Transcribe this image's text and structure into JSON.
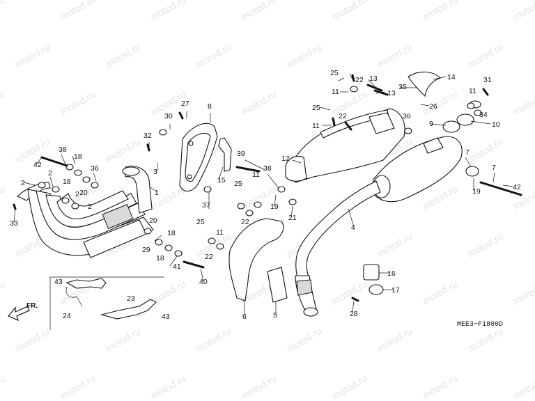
{
  "watermark": "motod.ru",
  "diagram_code": "MEE3−F1800D",
  "front_arrow_label": "FR.",
  "callouts": [
    {
      "id": "c1",
      "text": "1"
    },
    {
      "id": "c2a",
      "text": "2"
    },
    {
      "id": "c2b",
      "text": "2"
    },
    {
      "id": "c2c",
      "text": "2"
    },
    {
      "id": "c2d",
      "text": "2"
    },
    {
      "id": "c3",
      "text": "3"
    },
    {
      "id": "c4",
      "text": "4"
    },
    {
      "id": "c5",
      "text": "5"
    },
    {
      "id": "c6",
      "text": "6"
    },
    {
      "id": "c7a",
      "text": "7"
    },
    {
      "id": "c7b",
      "text": "7"
    },
    {
      "id": "c8",
      "text": "8"
    },
    {
      "id": "c9",
      "text": "9"
    },
    {
      "id": "c10",
      "text": "10"
    },
    {
      "id": "c11a",
      "text": "11"
    },
    {
      "id": "c11b",
      "text": "11"
    },
    {
      "id": "c11c",
      "text": "11"
    },
    {
      "id": "c11d",
      "text": "11"
    },
    {
      "id": "c11e",
      "text": "11"
    },
    {
      "id": "c12",
      "text": "12"
    },
    {
      "id": "c13a",
      "text": "13"
    },
    {
      "id": "c13b",
      "text": "13"
    },
    {
      "id": "c14",
      "text": "14"
    },
    {
      "id": "c15",
      "text": "15"
    },
    {
      "id": "c16",
      "text": "16"
    },
    {
      "id": "c17",
      "text": "17"
    },
    {
      "id": "c18a",
      "text": "18"
    },
    {
      "id": "c18b",
      "text": "18"
    },
    {
      "id": "c18c",
      "text": "18"
    },
    {
      "id": "c18d",
      "text": "18"
    },
    {
      "id": "c19a",
      "text": "19"
    },
    {
      "id": "c19b",
      "text": "19"
    },
    {
      "id": "c20a",
      "text": "20"
    },
    {
      "id": "c20b",
      "text": "20"
    },
    {
      "id": "c21",
      "text": "21"
    },
    {
      "id": "c22a",
      "text": "22"
    },
    {
      "id": "c22b",
      "text": "22"
    },
    {
      "id": "c22c",
      "text": "22"
    },
    {
      "id": "c22d",
      "text": "22"
    },
    {
      "id": "c23",
      "text": "23"
    },
    {
      "id": "c24",
      "text": "24"
    },
    {
      "id": "c25a",
      "text": "25"
    },
    {
      "id": "c25b",
      "text": "25"
    },
    {
      "id": "c25c",
      "text": "25"
    },
    {
      "id": "c25d",
      "text": "25"
    },
    {
      "id": "c26",
      "text": "26"
    },
    {
      "id": "c27",
      "text": "27"
    },
    {
      "id": "c28",
      "text": "28"
    },
    {
      "id": "c29",
      "text": "29"
    },
    {
      "id": "c30",
      "text": "30"
    },
    {
      "id": "c31",
      "text": "31"
    },
    {
      "id": "c32",
      "text": "32"
    },
    {
      "id": "c33",
      "text": "33"
    },
    {
      "id": "c34",
      "text": "34"
    },
    {
      "id": "c35",
      "text": "35"
    },
    {
      "id": "c36a",
      "text": "36"
    },
    {
      "id": "c36b",
      "text": "36"
    },
    {
      "id": "c37",
      "text": "37"
    },
    {
      "id": "c38a",
      "text": "38"
    },
    {
      "id": "c38b",
      "text": "38"
    },
    {
      "id": "c39",
      "text": "39"
    },
    {
      "id": "c40",
      "text": "40"
    },
    {
      "id": "c41",
      "text": "41"
    },
    {
      "id": "c42a",
      "text": "42"
    },
    {
      "id": "c42b",
      "text": "42"
    },
    {
      "id": "c43a",
      "text": "43"
    },
    {
      "id": "c43b",
      "text": "43"
    }
  ]
}
